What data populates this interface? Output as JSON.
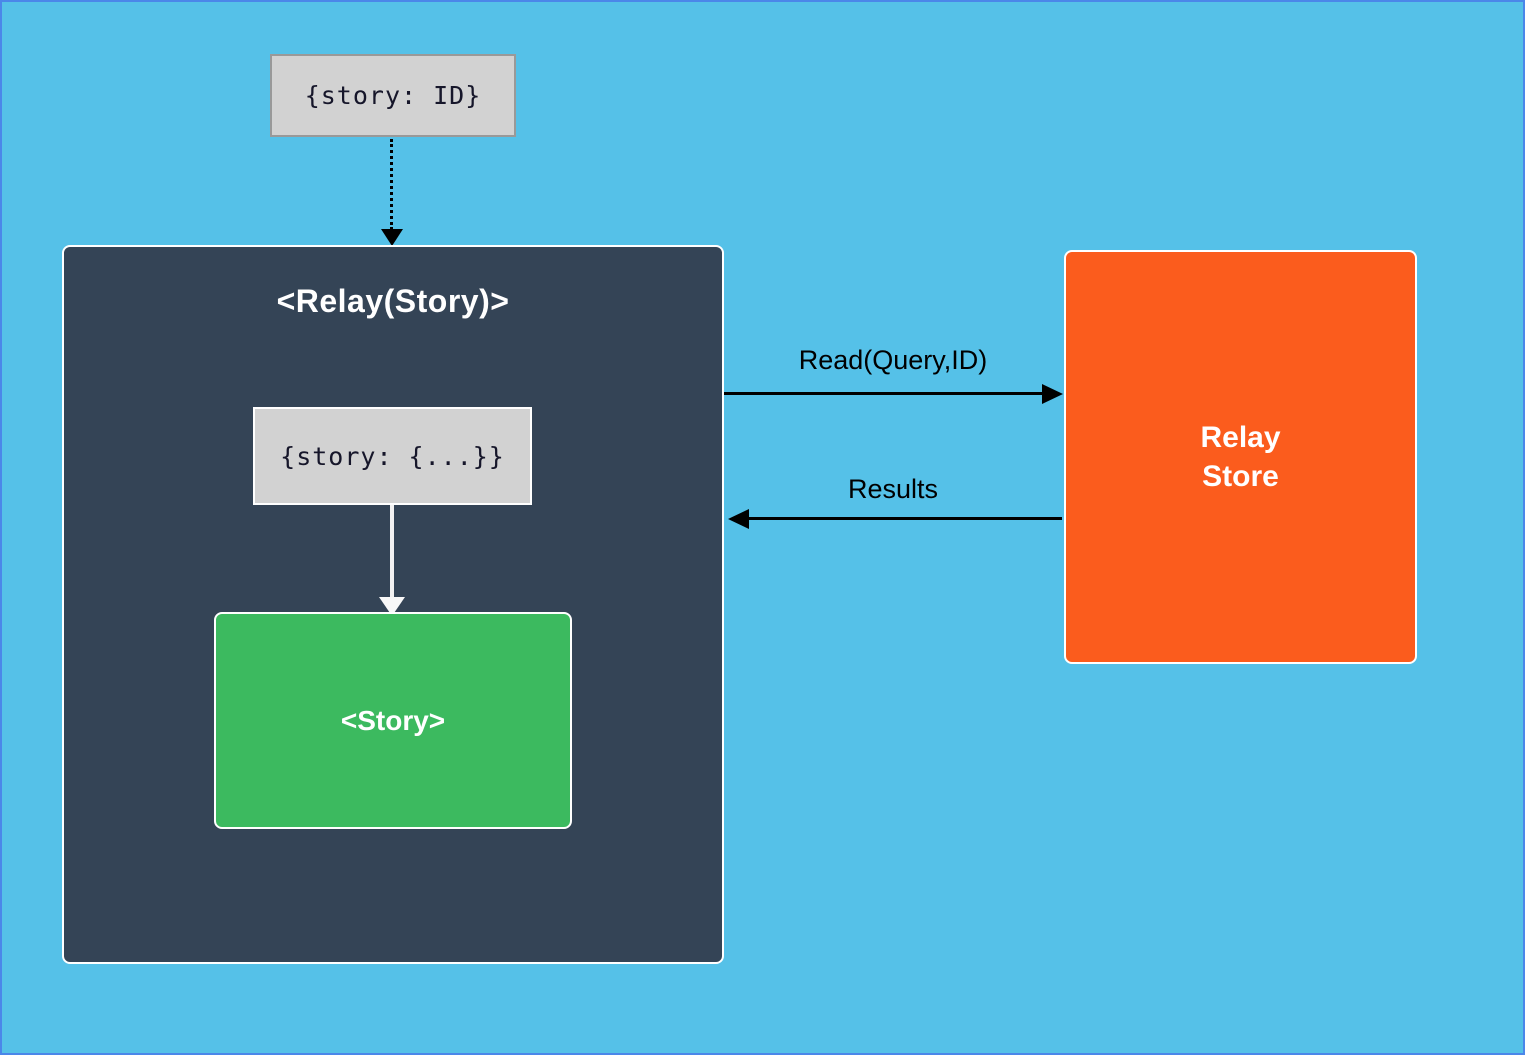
{
  "diagram": {
    "type": "architecture-flow",
    "subject": "Relay data flow",
    "nodes": {
      "props_input": {
        "label": "{story: ID}"
      },
      "relay_container": {
        "title": "<Relay(Story)>"
      },
      "query_result": {
        "label": "{story: {...}}"
      },
      "story": {
        "label": "<Story>"
      },
      "relay_store": {
        "line1": "Relay",
        "line2": "Store"
      }
    },
    "edges": {
      "props_to_relay": {
        "style": "dotted",
        "direction": "down",
        "label": ""
      },
      "query_to_story": {
        "style": "solid-white",
        "direction": "down",
        "label": ""
      },
      "read": {
        "label": "Read(Query,ID)",
        "direction": "right"
      },
      "results": {
        "label": "Results",
        "direction": "left"
      }
    },
    "colors": {
      "background": "#55c1e8",
      "frame_border": "#4b87e9",
      "relay_container_fill": "#344456",
      "story_fill": "#3cba5f",
      "relay_store_fill": "#fb5c1d",
      "code_box_fill": "#d2d2d2",
      "arrow_black": "#000000",
      "arrow_white": "#f8f8f8",
      "text_light": "#ffffff",
      "text_dark": "#16162a"
    }
  }
}
